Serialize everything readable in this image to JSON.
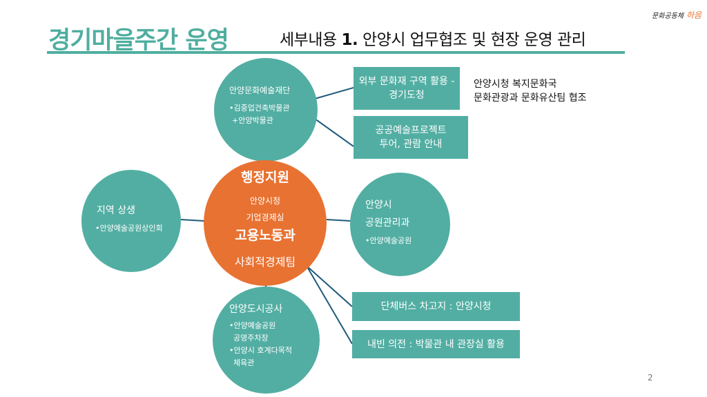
{
  "header": {
    "title": "경기마을주간 운영",
    "subtitle_prefix": "세부내용",
    "subtitle_number": "1.",
    "subtitle_rest": "안양시 업무협조 및 현장 운영 관리",
    "logo_text": "문화공동체",
    "logo_accent": "하음"
  },
  "center": {
    "line1": "행정지원",
    "line2": "안양시청",
    "line3": "기업경제실",
    "line4": "고용노동과",
    "line5": "사회적경제팀"
  },
  "top_circle": {
    "title": "안양문화예술재단",
    "item1": "•김중업건축박물관",
    "item2": "+안양박물관"
  },
  "left_circle": {
    "title": "지역 상생",
    "item1": "•안양예술공원상인회"
  },
  "right_circle": {
    "title1": "안양시",
    "title2": "공원관리과",
    "item1": "•안양예술공원"
  },
  "bottom_circle": {
    "title": "안양도시공사",
    "item1": "•안양예술공원",
    "item1b": "공영주차장",
    "item2": "•안양시 호계다목적",
    "item2b": "체육관"
  },
  "boxes": [
    {
      "line1": "외부 문화재 구역 활용 -",
      "line2": "경기도청"
    },
    {
      "line1": "공공예술프로젝트",
      "line2": "투어, 관람 안내"
    },
    {
      "line1": "단체버스 차고지 : 안양시청"
    },
    {
      "line1": "내빈 의전 : 박물관 내 관장실 활용"
    }
  ],
  "note": {
    "line1": "안양시청 복지문화국",
    "line2": "문화관광과 문화유산팀 협조"
  },
  "page_number": "2",
  "colors": {
    "teal": "#52aea3",
    "orange": "#e87232",
    "line": "#1f5a7a"
  }
}
